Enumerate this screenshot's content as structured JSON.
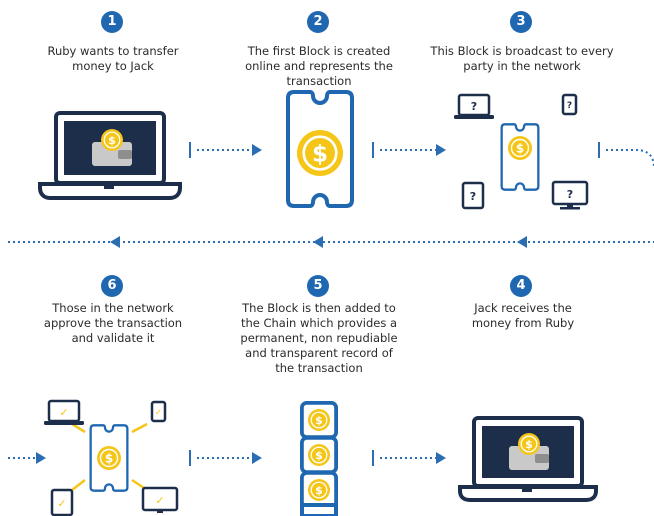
{
  "steps": [
    {
      "number": "1",
      "lines": [
        "Ruby wants to transfer",
        "money to Jack"
      ]
    },
    {
      "number": "2",
      "lines": [
        "The first Block is created",
        "online and represents the",
        "transaction"
      ]
    },
    {
      "number": "3",
      "lines": [
        "This Block is broadcast to every",
        "party in the network"
      ]
    },
    {
      "number": "4",
      "lines": [
        "Jack receives the",
        "money from Ruby"
      ]
    },
    {
      "number": "5",
      "lines": [
        "The Block is then added to",
        "the Chain which provides a",
        "permanent, non repudiable",
        "and transparent record of",
        "the transaction"
      ]
    },
    {
      "number": "6",
      "lines": [
        "Those in the network",
        "approve the transaction",
        "and validate it"
      ]
    }
  ],
  "icons": {
    "device_unknown_glyph": "?",
    "device_approved_glyph": "✓",
    "coin_glyph": "$"
  },
  "colors": {
    "primary_blue": "#1f67b1",
    "dark_navy": "#1c2e4a",
    "coin_gold": "#f5c518",
    "arrow_blue": "#2a6db3"
  }
}
